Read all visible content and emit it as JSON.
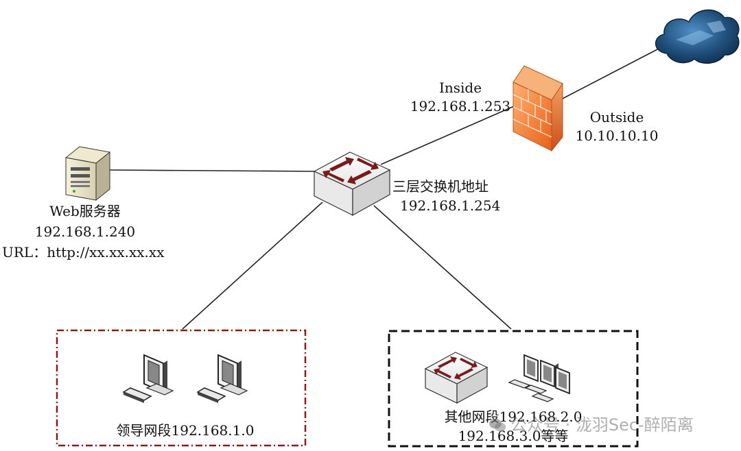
{
  "firewall": {
    "inside_label": "Inside",
    "inside_ip": "192.168.1.253",
    "outside_label": "Outside",
    "outside_ip": "10.10.10.10"
  },
  "core_switch": {
    "label": "三层交换机地址",
    "ip": "192.168.1.254"
  },
  "web_server": {
    "label": "Web服务器",
    "ip": "192.168.1.240",
    "url": "URL：http://xx.xx.xx.xx"
  },
  "leader_segment": {
    "label": "领导网段192.168.1.0"
  },
  "other_segment": {
    "label_line1": "其他网段192.168.2.0",
    "label_line2": "192.168.3.0等等"
  },
  "watermark": {
    "text": "公众号 · 泷羽Sec-醉陌离"
  },
  "colors": {
    "firewall": "#f07a2a",
    "cloud": "#1f4e79",
    "leader_box_border": "#8b1a1a",
    "other_box_border": "#111111",
    "switch_arrows": "#7a1a1a"
  }
}
